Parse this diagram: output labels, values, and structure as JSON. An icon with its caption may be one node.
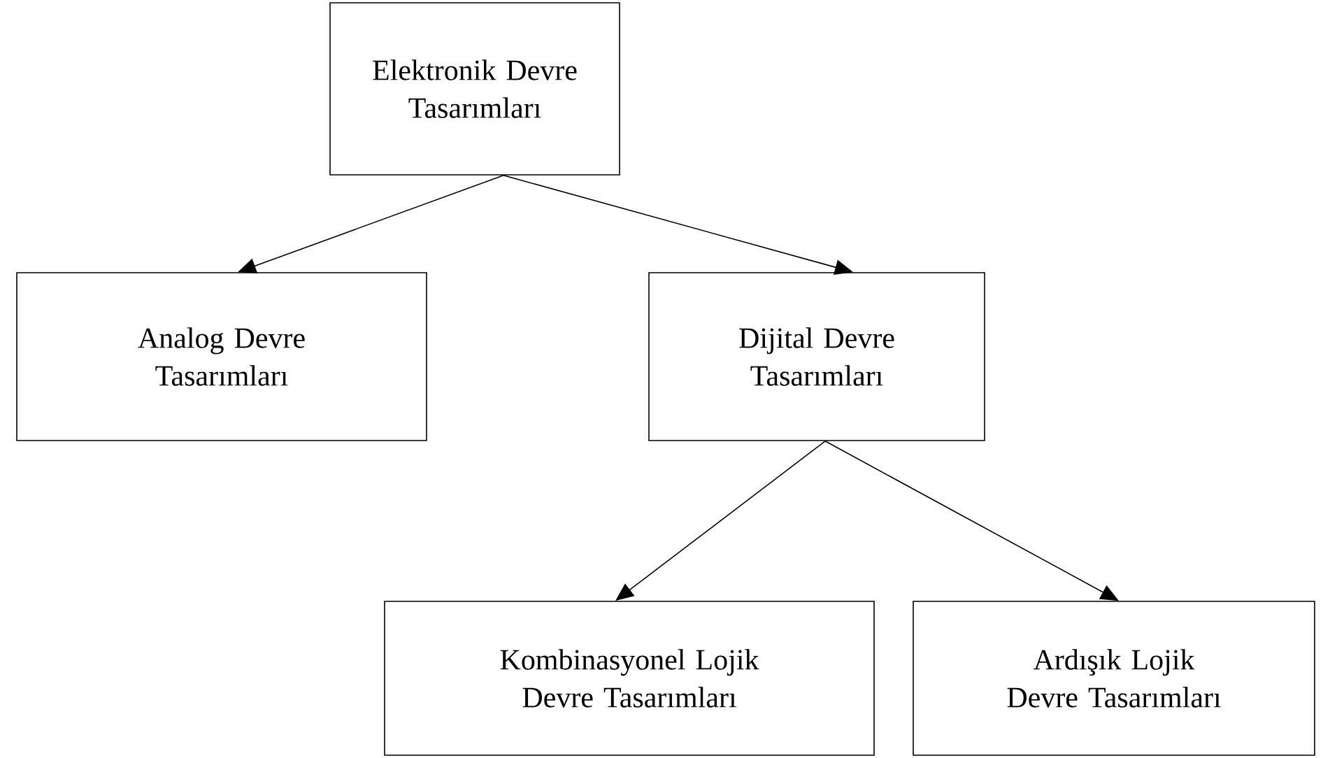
{
  "diagram": {
    "nodes": [
      {
        "text": [
          "Elektronik Devre Tasarımları"
        ]
      },
      {
        "text": [
          "Analog Devre Tasarımları"
        ]
      },
      {
        "text": [
          "Dijital Devre Tasarımları"
        ]
      },
      {
        "text": [
          "Kombinasyonel Lojik Devre Tasarımları"
        ]
      },
      {
        "text": [
          "Ardışık Lojik Devre Tasarımları"
        ]
      }
    ],
    "edges": [
      {
        "from": 0,
        "to": 1,
        "arrow": "to"
      },
      {
        "from": 0,
        "to": 2,
        "arrow": "to"
      },
      {
        "from": 2,
        "to": 3,
        "arrow": "to"
      },
      {
        "from": 2,
        "to": 4,
        "arrow": "to"
      }
    ]
  }
}
